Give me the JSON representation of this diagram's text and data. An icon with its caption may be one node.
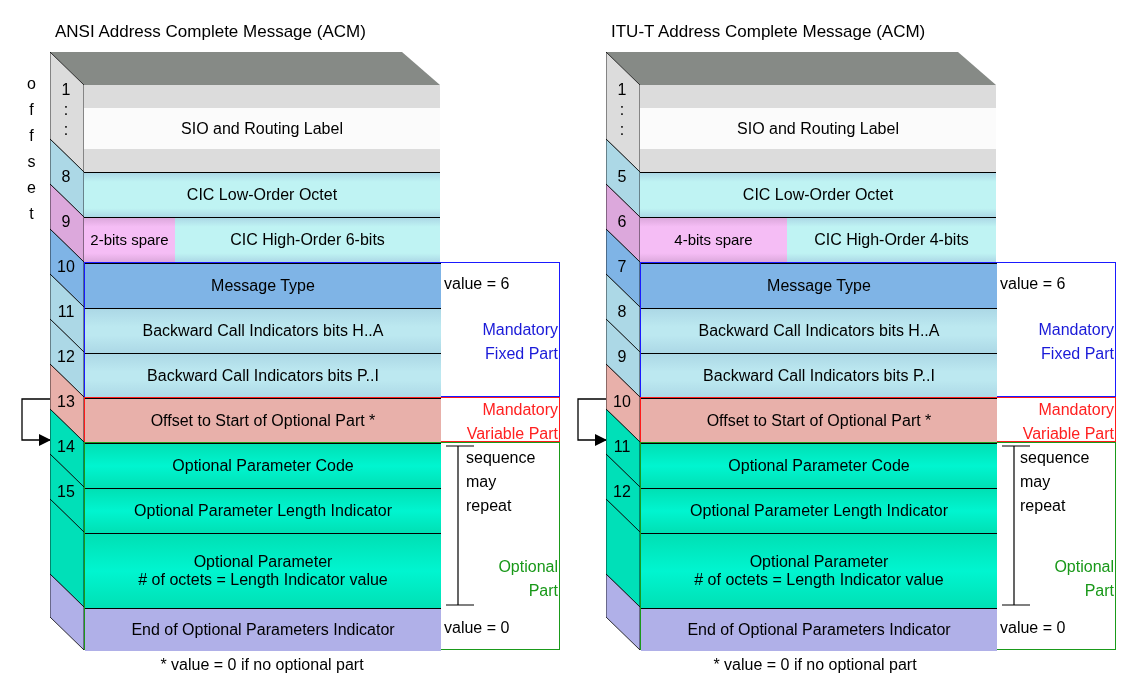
{
  "diagram": {
    "nodes": [
      {
        "text": [
          "ANSI Address Complete Message (ACM)"
        ]
      },
      {
        "text": [
          "SIO and Routing Label"
        ],
        "in": 0,
        "beside": [
          "1",
          ":",
          ":"
        ]
      },
      {
        "text": [
          "CIC Low-Order Octet"
        ],
        "in": 0,
        "beside": [
          "8"
        ]
      },
      {
        "text": [
          "2-bits spare"
        ],
        "in": 0,
        "beside": [
          "9"
        ]
      },
      {
        "text": [
          "CIC High-Order 6-bits"
        ],
        "in": 0
      },
      {
        "text": [
          "Mandatory Fixed Part"
        ]
      },
      {
        "text": [
          "Message Type"
        ],
        "in": 5,
        "beside": [
          "10",
          "value = 6"
        ]
      },
      {
        "text": [
          "Backward Call Indicators bits H..A"
        ],
        "in": 5,
        "beside": [
          "11"
        ]
      },
      {
        "text": [
          "Backward Call Indicators bits P..I"
        ],
        "in": 5,
        "beside": [
          "12"
        ]
      },
      {
        "text": [
          "Mandatory Variable Part"
        ]
      },
      {
        "text": [
          "Offset to Start of Optional Part *"
        ],
        "in": 9,
        "beside": [
          "13"
        ]
      },
      {
        "text": [
          "Optional Part"
        ]
      },
      {
        "text": [
          "Optional Parameter Code"
        ],
        "in": 11,
        "beside": [
          "14"
        ]
      },
      {
        "text": [
          "Optional Parameter Length Indicator"
        ],
        "in": 11,
        "beside": [
          "15"
        ]
      },
      {
        "text": [
          "Optional Parameter",
          "# of octets = Length Indicator value"
        ],
        "in": 11
      },
      {
        "text": [
          "End of Optional Parameters Indicator"
        ],
        "in": 11,
        "beside": [
          "value = 0"
        ]
      },
      {
        "text": [
          "ITU-T Address Complete Message (ACM)"
        ]
      },
      {
        "text": [
          "SIO and Routing Label"
        ],
        "in": 16,
        "beside": [
          "1",
          ":",
          ":"
        ]
      },
      {
        "text": [
          "CIC Low-Order Octet"
        ],
        "in": 16,
        "beside": [
          "5"
        ]
      },
      {
        "text": [
          "4-bits spare"
        ],
        "in": 16,
        "beside": [
          "6"
        ]
      },
      {
        "text": [
          "CIC High-Order 4-bits"
        ],
        "in": 16
      },
      {
        "text": [
          "Mandatory Fixed Part"
        ]
      },
      {
        "text": [
          "Message Type"
        ],
        "in": 21,
        "beside": [
          "7",
          "value = 6"
        ]
      },
      {
        "text": [
          "Backward Call Indicators bits H..A"
        ],
        "in": 21,
        "beside": [
          "8"
        ]
      },
      {
        "text": [
          "Backward Call Indicators bits P..I"
        ],
        "in": 21,
        "beside": [
          "9"
        ]
      },
      {
        "text": [
          "Mandatory Variable Part"
        ]
      },
      {
        "text": [
          "Offset to Start of Optional Part *"
        ],
        "in": 25,
        "beside": [
          "10"
        ]
      },
      {
        "text": [
          "Optional Part"
        ]
      },
      {
        "text": [
          "Optional Parameter Code"
        ],
        "in": 27,
        "beside": [
          "11"
        ]
      },
      {
        "text": [
          "Optional Parameter Length Indicator"
        ],
        "in": 27,
        "beside": [
          "12"
        ]
      },
      {
        "text": [
          "Optional Parameter",
          "# of octets = Length Indicator value"
        ],
        "in": 27
      },
      {
        "text": [
          "End of Optional Parameters Indicator"
        ],
        "in": 27,
        "beside": [
          "value = 0"
        ]
      }
    ],
    "edges": [
      {
        "from": 10,
        "to": 12,
        "arrow": "to"
      },
      {
        "from": 26,
        "to": 28,
        "arrow": "to"
      }
    ],
    "labels": [
      "offset",
      "sequence may repeat",
      "sequence may repeat",
      "* value = 0 if no optional part",
      "* value = 0 if no optional part"
    ]
  }
}
